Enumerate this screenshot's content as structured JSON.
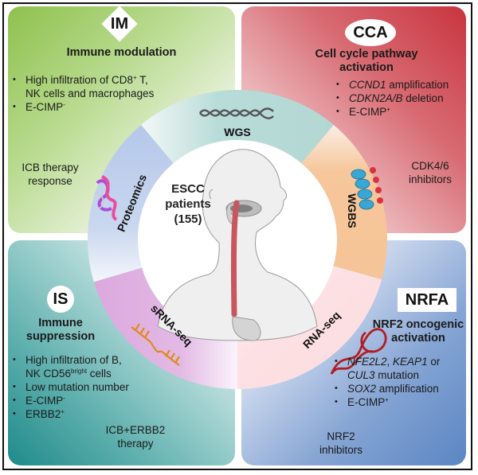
{
  "center": {
    "line1": "ESCC",
    "line2": "patients",
    "line3": "(155)"
  },
  "ring_segments": [
    {
      "id": "wgs",
      "label": "WGS",
      "icon": "dna-helix-icon",
      "color": "#b8dcd8"
    },
    {
      "id": "wgbs",
      "label": "WGBS",
      "icon": "nucleosome-methylation-icon",
      "color": "#f6c79b"
    },
    {
      "id": "rnaseq",
      "label": "RNA-seq",
      "icon": "rna-helix-icon",
      "color": "#fde0e3"
    },
    {
      "id": "srnaseq",
      "label": "sRNA-seq",
      "icon": "small-rna-icon",
      "color": "#dda9df"
    },
    {
      "id": "proteomics",
      "label": "Proteomics",
      "icon": "protein-structure-icon",
      "color": "#b7c9ea"
    }
  ],
  "panels": {
    "im": {
      "badge": "IM",
      "title": "Immune modulation",
      "bullets": [
        {
          "pre": "High infiltration of CD8",
          "sup": "+",
          "post": " T,",
          "line2": "NK cells and macrophages"
        },
        {
          "pre": "E-CIMP",
          "sup": "-",
          "post": ""
        }
      ],
      "therapy_line1": "ICB therapy",
      "therapy_line2": "response",
      "color": "#8fc14e"
    },
    "cca": {
      "badge": "CCA",
      "title_line1": "Cell cycle pathway",
      "title_line2": "activation",
      "bullets": [
        {
          "italic": "CCND1",
          "rest": " amplification"
        },
        {
          "italic": "CDKN2A/B",
          "rest": " deletion"
        },
        {
          "pre": "E-CIMP",
          "sup": "+"
        }
      ],
      "therapy_line1": "CDK4/6",
      "therapy_line2": "inhibitors",
      "color": "#c8343f"
    },
    "is": {
      "badge": "IS",
      "title_line1": "Immune",
      "title_line2": "suppression",
      "bullets": [
        {
          "line1": "High infiltration of B,",
          "line2_pre": "NK CD56",
          "line2_sup": "bright",
          "line2_post": " cells"
        },
        {
          "text": "Low mutation number"
        },
        {
          "pre": "E-CIMP",
          "sup": "-"
        },
        {
          "pre": "ERBB2",
          "sup": "+"
        }
      ],
      "therapy_line1": "ICB+ERBB2",
      "therapy_line2": "therapy",
      "color": "#1f8a8a"
    },
    "nrfa": {
      "badge": "NRFA",
      "title_line1": "NRF2 oncogenic",
      "title_line2": "activation",
      "bullets": [
        {
          "i1": "NFE2L2",
          "t1": ", ",
          "i2": "KEAP1",
          "t2": " or",
          "i3": "CUL3",
          "t3": " mutation"
        },
        {
          "italic": "SOX2",
          "rest": " amplification"
        },
        {
          "pre": "E-CIMP",
          "sup": "+"
        }
      ],
      "therapy_line1": "NRF2",
      "therapy_line2": "inhibitors",
      "color": "#5b86c3"
    }
  }
}
